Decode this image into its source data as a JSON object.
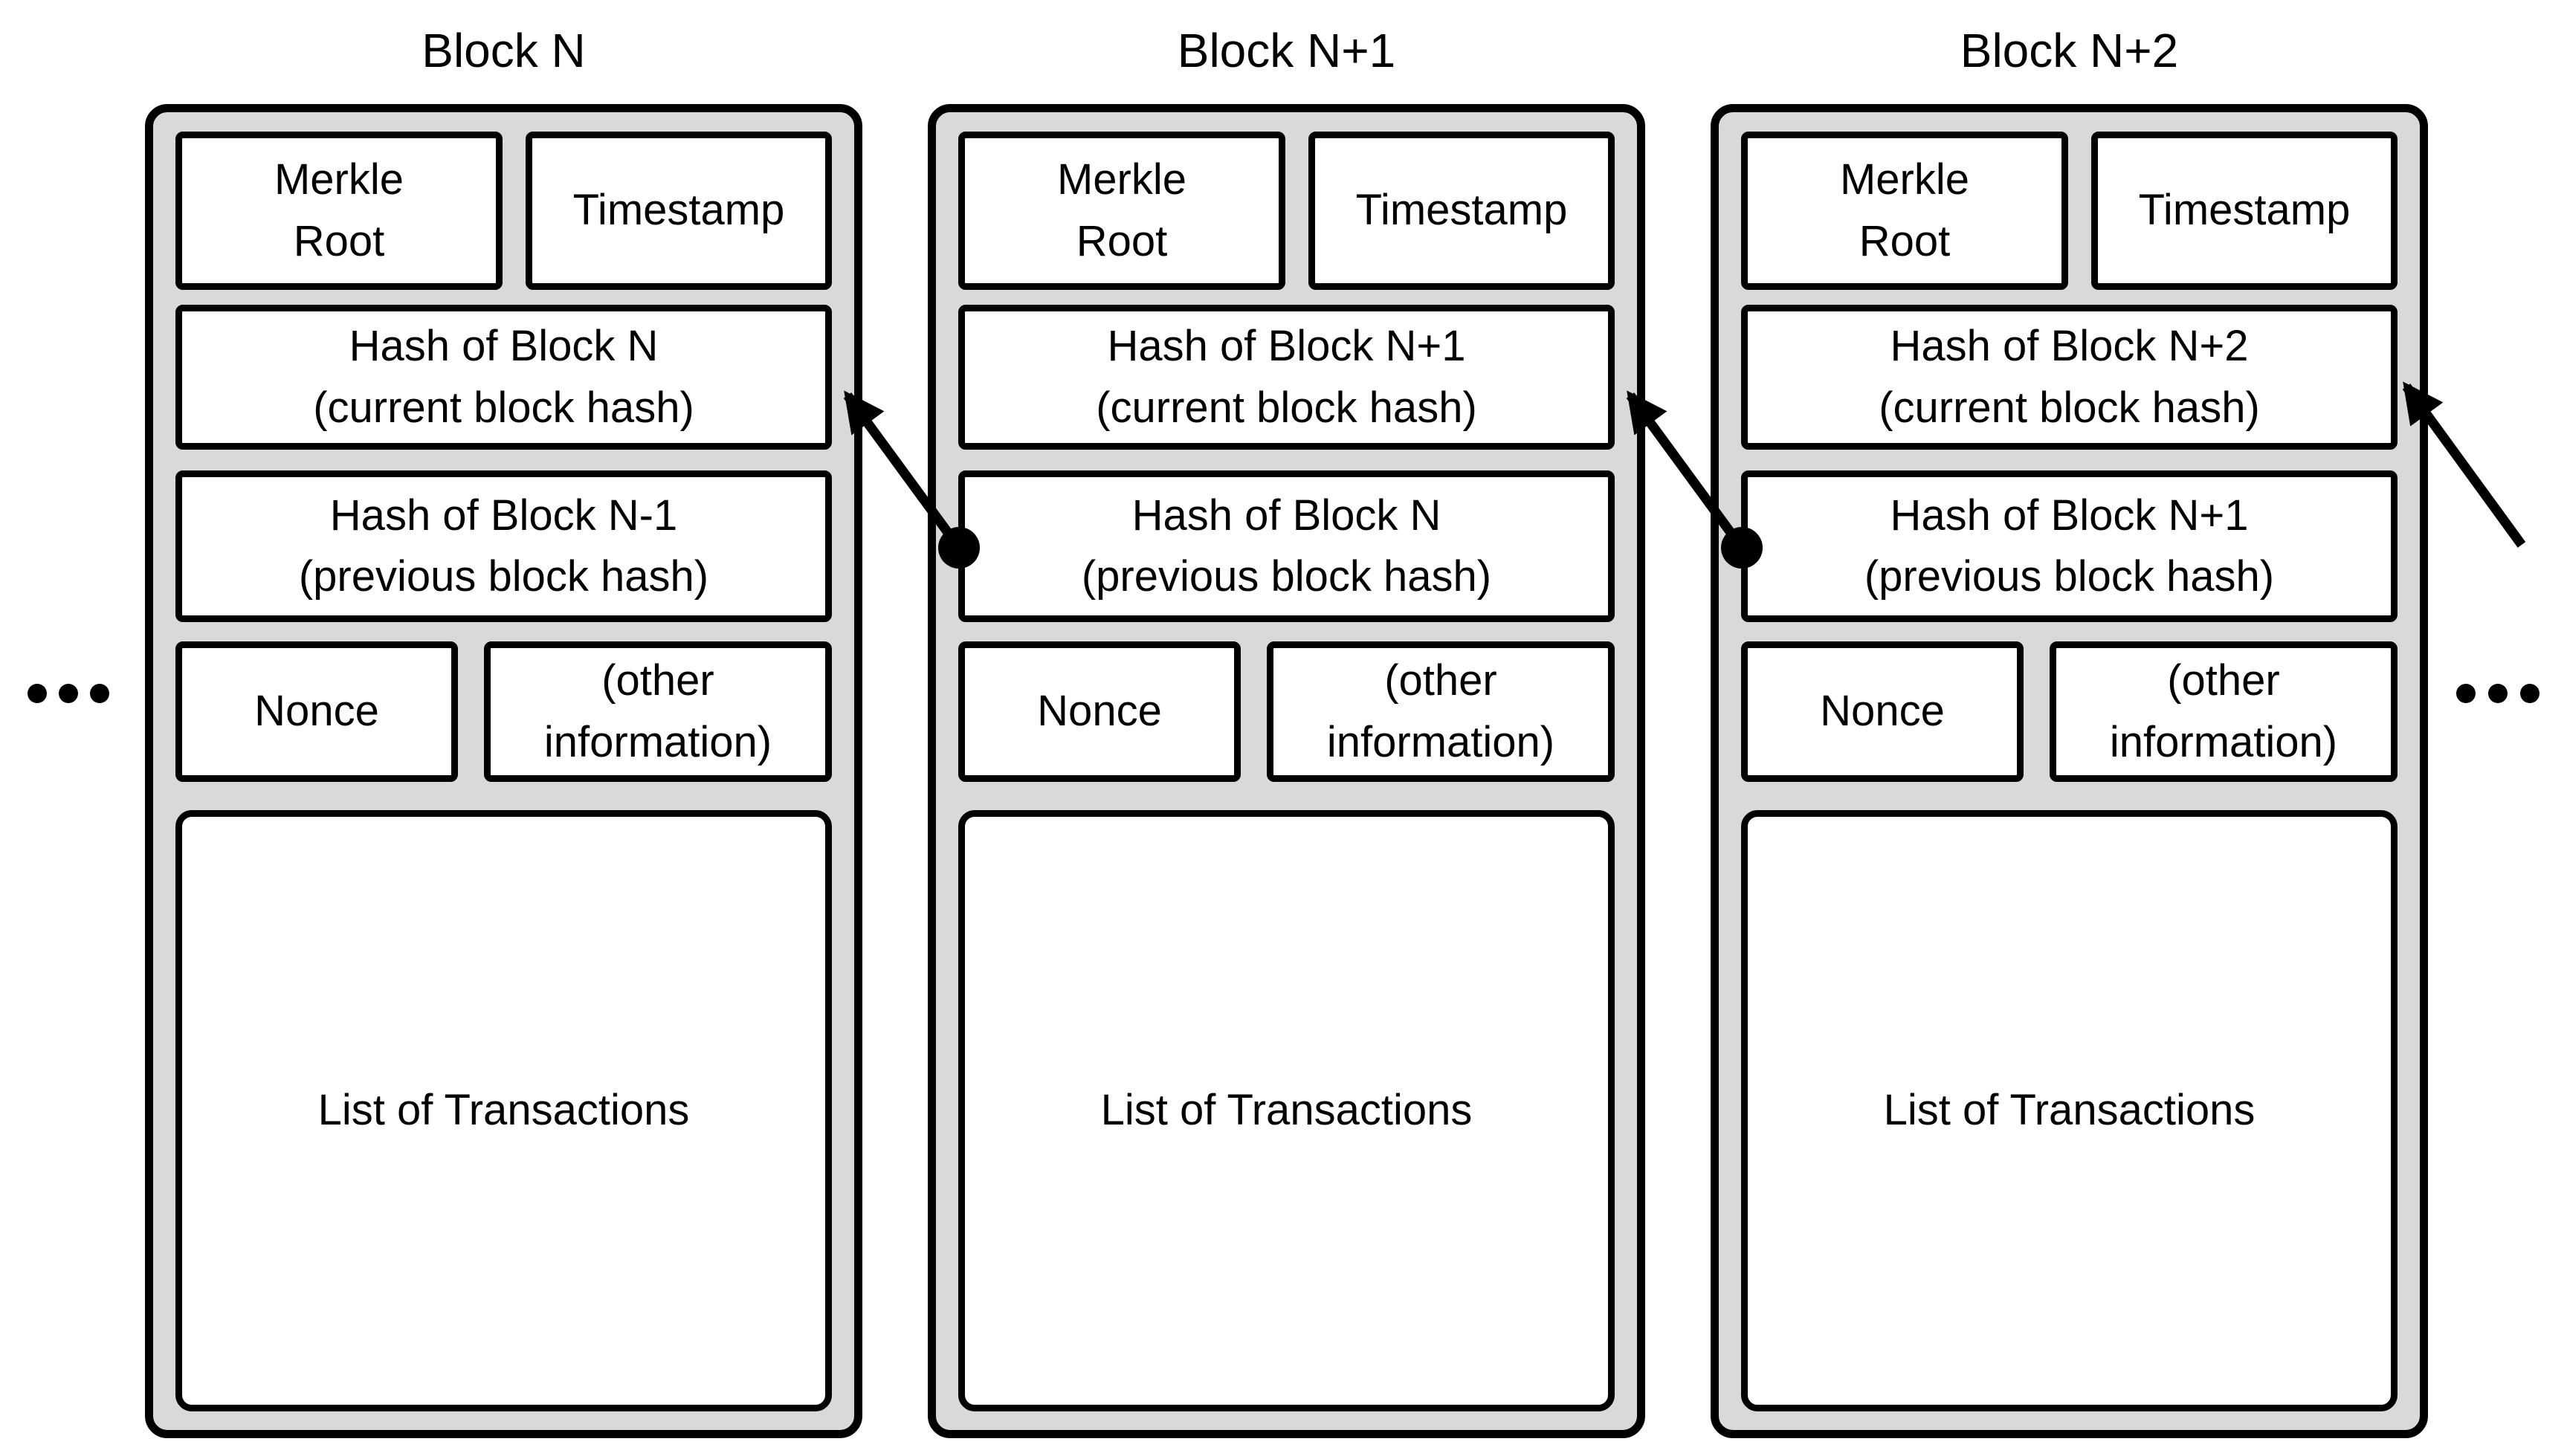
{
  "colors": {
    "background": "#ffffff",
    "block_fill": "#d9d9d9",
    "box_fill": "#ffffff",
    "stroke": "#000000",
    "text": "#000000"
  },
  "icons": {
    "hash_link": "arrow-up-left-icon",
    "hash_link_origin": "filled-dot-icon",
    "continuation": "ellipsis-dots-icon"
  },
  "blocks": [
    {
      "title": "Block N",
      "merkle": "Merkle Root",
      "timestamp": "Timestamp",
      "current_hash": {
        "line1": "Hash of Block N",
        "line2": "(current block hash)"
      },
      "previous_hash": {
        "line1": "Hash of Block N-1",
        "line2": "(previous block hash)"
      },
      "nonce": "Nonce",
      "other": "(other information)",
      "transactions": "List of Transactions"
    },
    {
      "title": "Block N+1",
      "merkle": "Merkle Root",
      "timestamp": "Timestamp",
      "current_hash": {
        "line1": "Hash of Block N+1",
        "line2": "(current block hash)"
      },
      "previous_hash": {
        "line1": "Hash of Block N",
        "line2": "(previous block hash)"
      },
      "nonce": "Nonce",
      "other": "(other information)",
      "transactions": "List of Transactions"
    },
    {
      "title": "Block N+2",
      "merkle": "Merkle Root",
      "timestamp": "Timestamp",
      "current_hash": {
        "line1": "Hash of Block N+2",
        "line2": "(current block hash)"
      },
      "previous_hash": {
        "line1": "Hash of Block N+1",
        "line2": "(previous block hash)"
      },
      "nonce": "Nonce",
      "other": "(other information)",
      "transactions": "List of Transactions"
    }
  ]
}
